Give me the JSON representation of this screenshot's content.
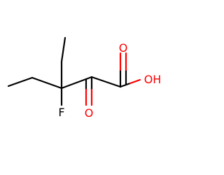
{
  "molecule": {
    "atoms": {
      "fluorine": {
        "label": "F",
        "color": "#000000"
      },
      "ketone_oxygen": {
        "label": "O",
        "color": "#ff0000"
      },
      "acid_carbonyl_oxygen": {
        "label": "O",
        "color": "#ff0000"
      },
      "hydroxyl": {
        "label": "OH",
        "color": "#ff0000"
      }
    },
    "colors": {
      "bond": "#000000",
      "oxygen": "#ff0000",
      "background": "#ffffff"
    }
  }
}
